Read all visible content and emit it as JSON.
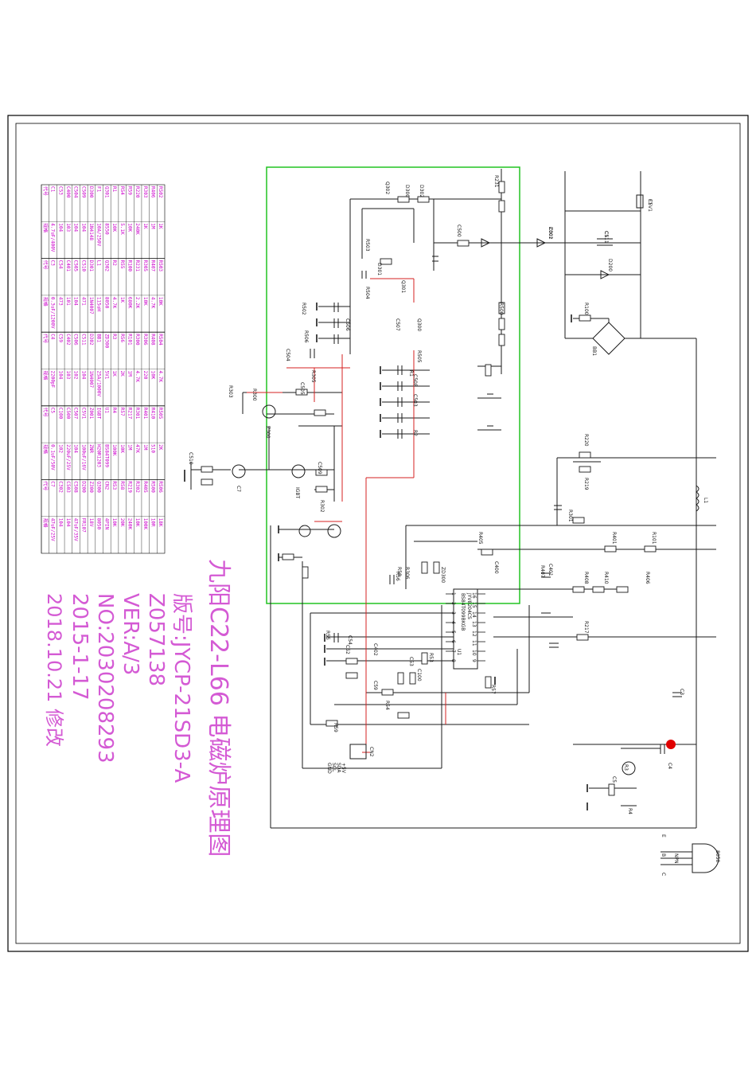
{
  "title_block": {
    "title": "九阳C22-L66 电磁炉原理图",
    "board": "版号:JYCP-21SD3-A",
    "code": "Z057138",
    "version": "VER:A/3",
    "number": "NO:2030208293",
    "date": "2015-1-17",
    "revision_note": "2018.10.21 修改"
  },
  "ic": {
    "part_1": "JYV8204CS",
    "part_2": "BS84T099BKGB",
    "ref": "U1",
    "pins_top": [
      "16",
      "15",
      "14",
      "13",
      "12",
      "11",
      "10",
      "9"
    ],
    "pins_bottom": [
      "1",
      "2",
      "3",
      "4",
      "5",
      "6",
      "7",
      "8"
    ]
  },
  "connector": {
    "ref": "CN2",
    "pins": [
      "+5V",
      "SDA",
      "SCL",
      "GND"
    ]
  },
  "transistor_detail": {
    "ref": "8050",
    "type": "NPN",
    "pins": [
      "E",
      "B",
      "C"
    ]
  },
  "components": [
    "F1",
    "C1",
    "Z001",
    "D200",
    "R100",
    "BB1",
    "L1",
    "C3",
    "C4",
    "R231",
    "R220",
    "R219",
    "R217",
    "C500",
    "R500",
    "R301",
    "R101",
    "R401",
    "R405",
    "R406",
    "R407",
    "R408",
    "R410",
    "C400",
    "C401",
    "C402",
    "C53",
    "C52",
    "C54",
    "R53",
    "C59",
    "R54",
    "R55",
    "R56",
    "R57",
    "R58",
    "R59",
    "C100",
    "R1",
    "R2",
    "R3",
    "R4",
    "C5",
    "C7",
    "IGBT",
    "Z300",
    "R300",
    "Q300",
    "Q301",
    "Q302",
    "D300",
    "D301",
    "D302",
    "R503",
    "R504",
    "R505",
    "R502",
    "R506",
    "C506",
    "C507",
    "C508",
    "C503",
    "C504",
    "C505",
    "C509",
    "C510",
    "R302",
    "R303",
    "R305",
    "R306",
    "ZD300",
    "C5V1",
    "C511",
    "C302"
  ],
  "bom": [
    [
      "代号",
      "规格",
      "代号",
      "规格",
      "代号",
      "规格",
      "代号",
      "规格",
      "代号",
      "规格"
    ],
    [
      "C1",
      "4.7uF/400V",
      "C3",
      "0.3uF/1200V",
      "C4",
      "2200pF",
      "C5",
      "0.1uF/50V",
      "C7",
      "47uF/25V"
    ],
    [
      "C53",
      "104",
      "C54",
      "473",
      "C59",
      "104",
      "C100",
      "102",
      "C302",
      "104"
    ],
    [
      "C400",
      "103",
      "C401",
      "101",
      "C402",
      "103",
      "C500",
      "220uF/25V",
      "C503",
      "104"
    ],
    [
      "C504",
      "104",
      "C505",
      "104",
      "C506",
      "102",
      "C507",
      "104",
      "C508",
      "47uF/35V"
    ],
    [
      "C509",
      "104",
      "C510",
      "471",
      "C511",
      "104",
      "C5V1",
      "100uF/16V",
      "D200",
      "FR107"
    ],
    [
      "D300",
      "1N4148",
      "D301",
      "1N4007",
      "D302",
      "1N4007",
      "Z001",
      "ZNR",
      "Z300",
      "18V"
    ],
    [
      "F1",
      "10A/250V",
      "L1",
      "115uH",
      "BB1",
      "25A/1000V",
      "IGBT",
      "H20R1203",
      "Q300",
      "8050"
    ],
    [
      "Q301",
      "8550",
      "Q302",
      "8050",
      "ZD300",
      "5V1",
      "U1",
      "BS84T099",
      "CN2",
      "4PIN"
    ],
    [
      "R1",
      "10K",
      "R2",
      "4.7K",
      "R3",
      "1K",
      "R4",
      "100K",
      "R53",
      "10K"
    ],
    [
      "R54",
      "5.1K",
      "R55",
      "1K",
      "R56",
      "2K",
      "R57",
      "10K",
      "R58",
      "20K"
    ],
    [
      "R59",
      "10K",
      "R100",
      "680K",
      "R101",
      "1M",
      "R217",
      "1M",
      "R219",
      "240K"
    ],
    [
      "R220",
      "240K",
      "R231",
      "2.2K",
      "R300",
      "4.7K",
      "R301",
      "47K",
      "R302",
      "10K"
    ],
    [
      "R303",
      "1K",
      "R305",
      "10K",
      "R306",
      "220",
      "R401",
      "1M",
      "R405",
      "100K"
    ],
    [
      "R406",
      "1M",
      "R407",
      "4.7K",
      "R408",
      "10K",
      "R410",
      "510",
      "R500",
      "10R"
    ],
    [
      "R502",
      "1K",
      "R503",
      "10K",
      "R504",
      "4.7K",
      "R505",
      "2K",
      "R506",
      "18K"
    ]
  ],
  "colors": {
    "wire": "#1a1a1a",
    "power_net": "#d62020",
    "board_outline": "#22c322",
    "text_magenta": "#d45ad4",
    "bom_text": "#cc00cc",
    "led": "#e00000"
  }
}
